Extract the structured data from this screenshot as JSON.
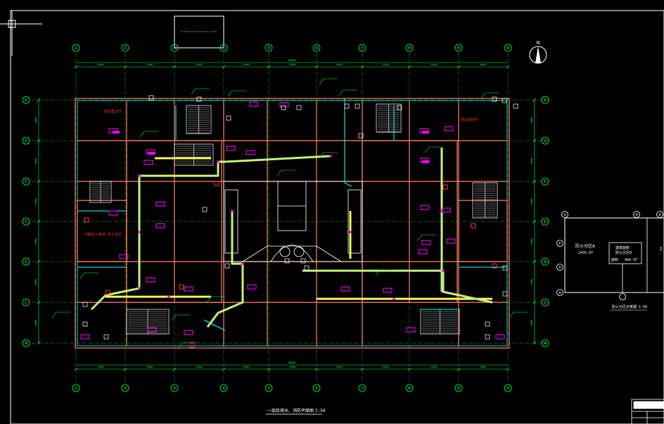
{
  "drawing": {
    "title_main": "一层给排水、消防平面图",
    "title_scale": "1:50",
    "inset_title": "防火分区示意图",
    "inset_scale": "1:50",
    "inset_zone_label": "防火分区A",
    "inset_zone_area": "2435.97",
    "inset_center_line1": "建筑面积",
    "inset_center_line2": "防火分区B",
    "inset_center_line3": "面积",
    "inset_center_area": "464.97",
    "north_label": "N",
    "total_dim": "80400",
    "room_label_left": "商业营业厅",
    "room_label_right": "商业营业厅",
    "room_label_mid": "中庭防火卷帘 防火分区",
    "corner_label": "I"
  },
  "grid": {
    "columns": [
      "①",
      "②",
      "③",
      "④",
      "⑤",
      "⑥",
      "⑦",
      "⑧",
      "⑨",
      "⑩"
    ],
    "rows": [
      "K",
      "G",
      "F",
      "E",
      "D",
      "C",
      "A"
    ],
    "bay_dims": [
      "8400",
      "8400",
      "8400",
      "8400",
      "8400",
      "8400",
      "8400",
      "8400",
      "8400"
    ],
    "row_dims": [
      "8400",
      "6600",
      "6600",
      "6600",
      "6600",
      "8400"
    ]
  },
  "inset_grid": {
    "cols": [
      "①",
      "⑤",
      "⑥"
    ],
    "rows": [
      "F",
      "D",
      "A"
    ]
  },
  "colors": {
    "background": "#000000",
    "wall": "#ff8060",
    "pipe": "#ffff60",
    "dim": "#00ff40",
    "cyan": "#00ffff",
    "magenta": "#ff00ff",
    "white": "#ffffff",
    "red": "#ff3030"
  }
}
